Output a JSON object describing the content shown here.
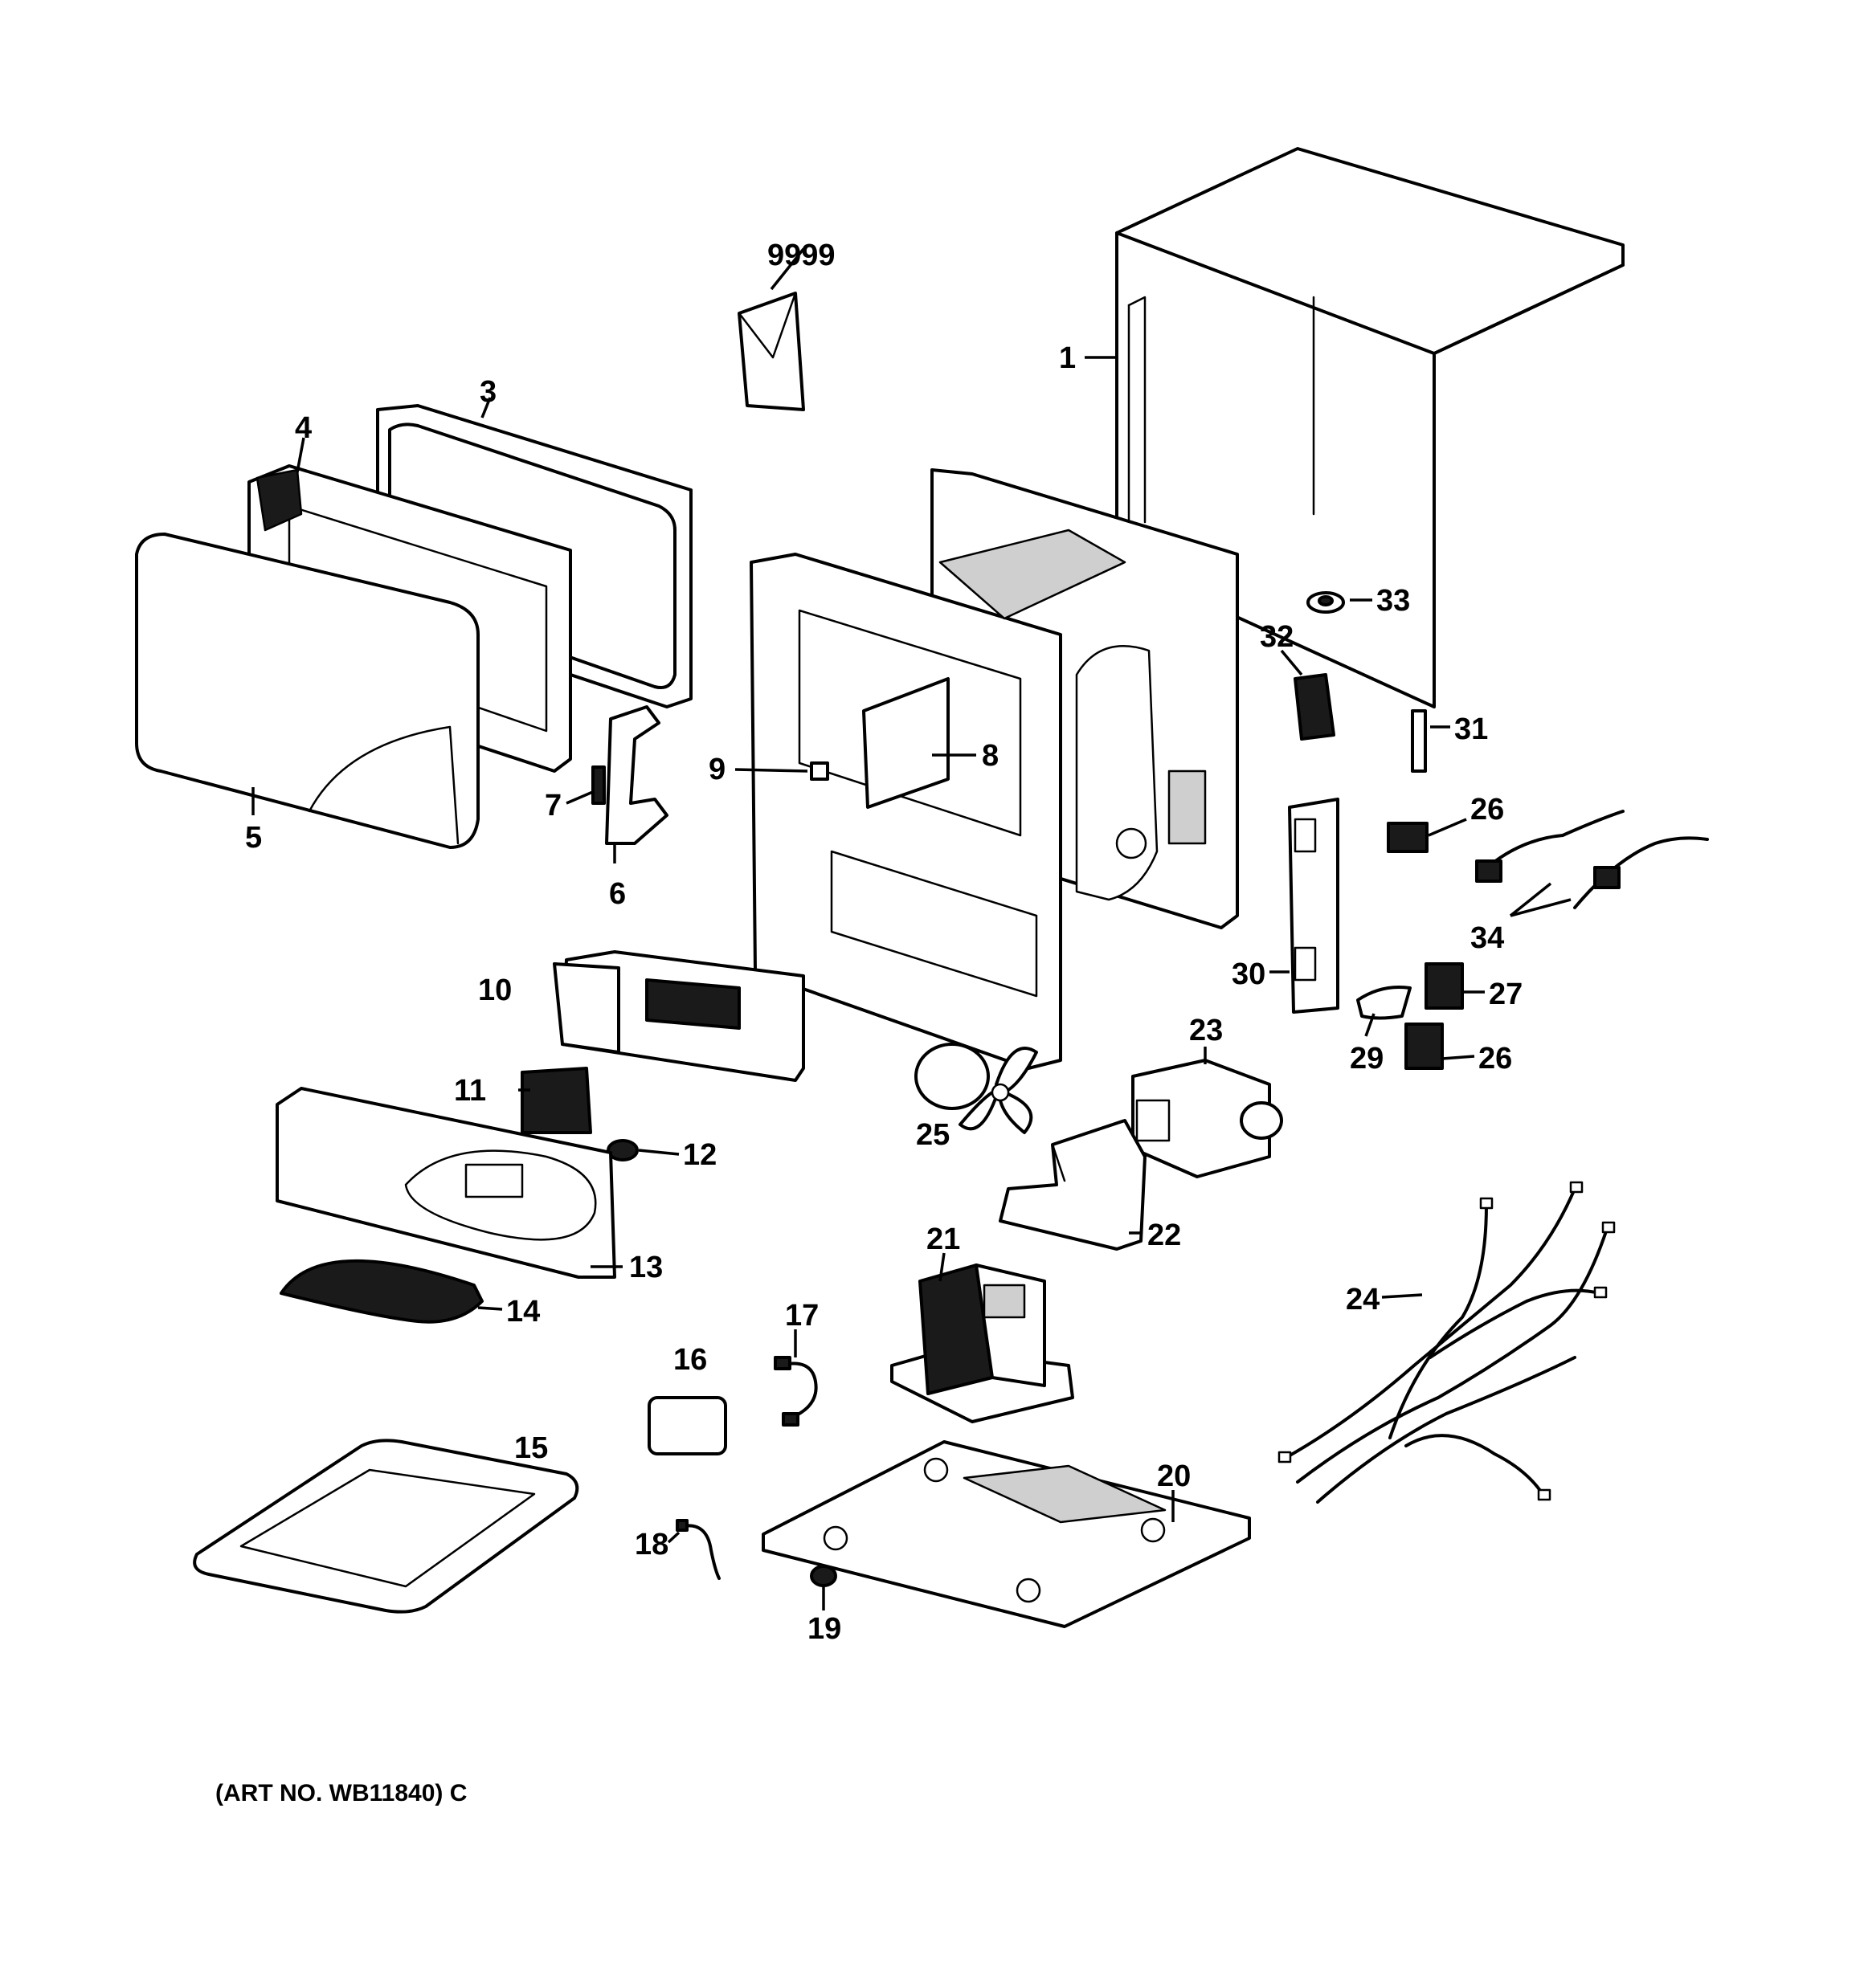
{
  "callouts": {
    "c1": "1",
    "c3": "3",
    "c4": "4",
    "c5": "5",
    "c6": "6",
    "c7": "7",
    "c8": "8",
    "c9": "9",
    "c10": "10",
    "c11": "11",
    "c12": "12",
    "c13": "13",
    "c14": "14",
    "c15": "15",
    "c16": "16",
    "c17": "17",
    "c18": "18",
    "c19": "19",
    "c20": "20",
    "c21": "21",
    "c22": "22",
    "c23": "23",
    "c24": "24",
    "c25": "25",
    "c26a": "26",
    "c26b": "26",
    "c27": "27",
    "c29": "29",
    "c30": "30",
    "c31": "31",
    "c32": "32",
    "c33": "33",
    "c34": "34",
    "c9999": "9999"
  },
  "footer": {
    "art_number": "(ART NO. WB11840) C"
  }
}
